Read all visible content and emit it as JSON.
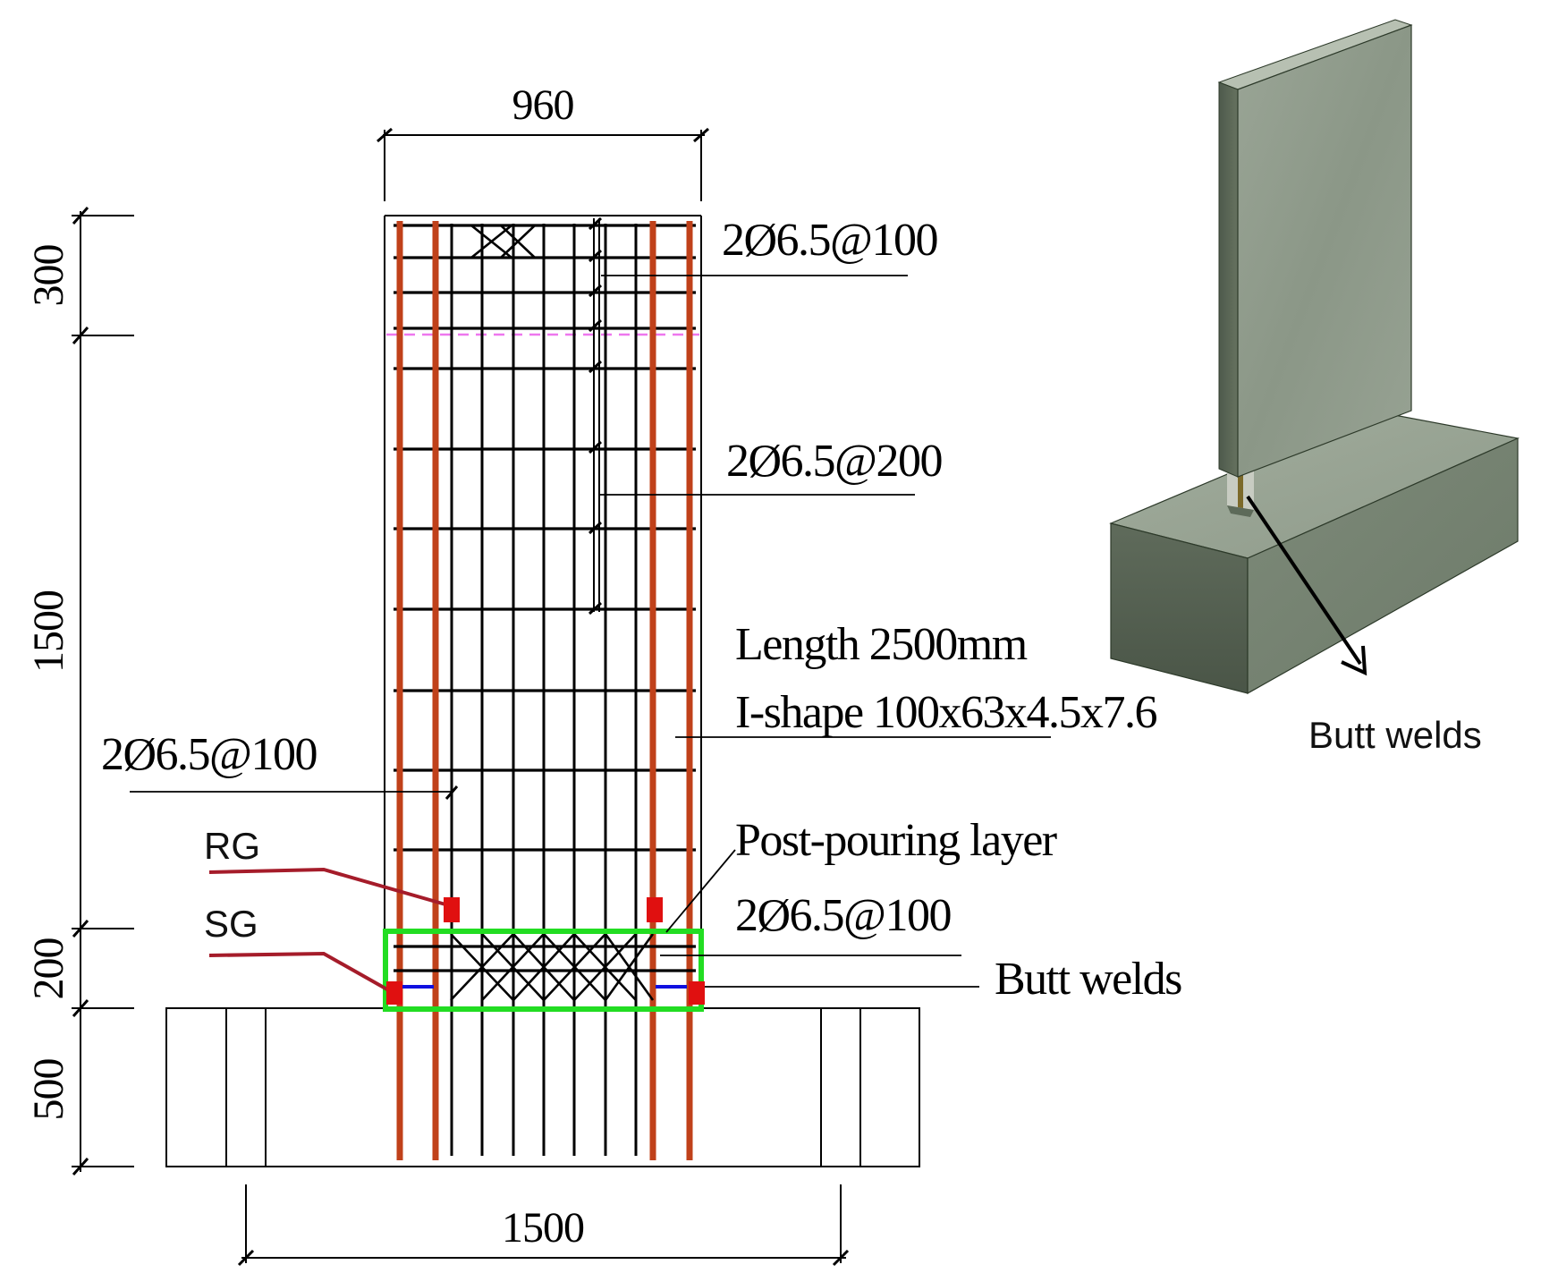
{
  "dimensions": {
    "wall_width": "960",
    "top_zone": "300",
    "mid_zone": "1500",
    "joint_zone": "200",
    "base_height": "500",
    "base_width": "1500"
  },
  "annotations": {
    "top_stirrups": "2Ø6.5@100",
    "mid_stirrups": "2Ø6.5@200",
    "lower_stirrups": "2Ø6.5@100",
    "steel_length": "Length 2500mm",
    "steel_section": "I-shape 100x63x4.5x7.6",
    "post_pouring_title": "Post-pouring layer",
    "post_pouring_stirrups": "2Ø6.5@100",
    "butt_welds": "Butt welds"
  },
  "gauges": {
    "rg_label": "RG",
    "sg_label": "SG"
  },
  "iso_view": {
    "butt_welds_label": "Butt welds"
  },
  "colors": {
    "steel_section": "#c0411a",
    "gauge": "#e01010",
    "gauge_lead": "#a51c2a",
    "post_pour_box": "#22dd22",
    "weld_marker": "#1010e0",
    "interface_line": "#ee77ee",
    "concrete": "#8c9a88"
  }
}
